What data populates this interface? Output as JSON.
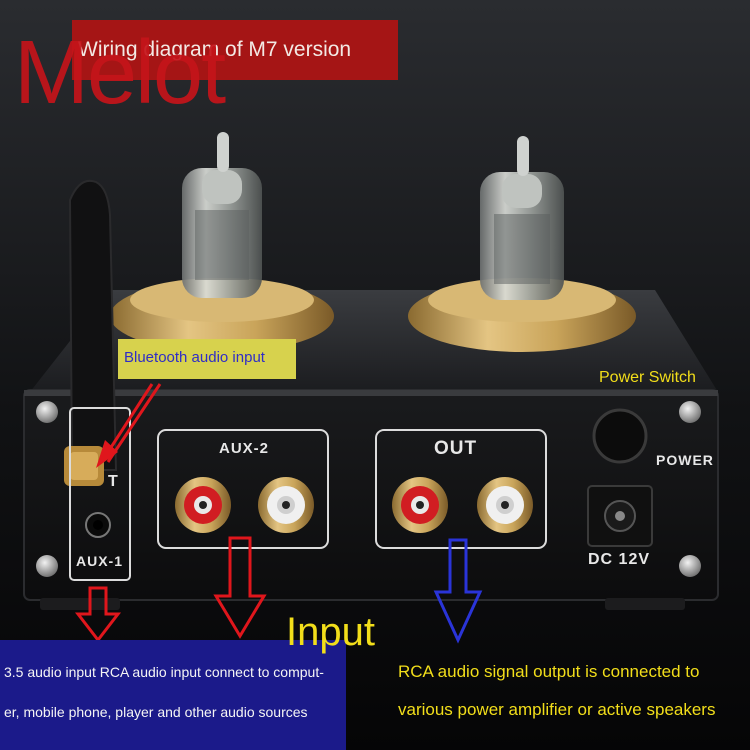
{
  "brand": {
    "text": "Melot"
  },
  "title": {
    "text": "Wiring diagram of M7 version"
  },
  "callouts": {
    "bluetooth": "Bluetooth audio input",
    "power_switch": "Power Switch",
    "input": "Input",
    "input_desc_line1": "3.5 audio input RCA audio input connect to comput-",
    "input_desc_line2": "er, mobile phone, player and other audio sources",
    "output_desc_line1": "RCA audio signal output is connected to",
    "output_desc_line2": "various power amplifier or active speakers"
  },
  "panel": {
    "aux1": "AUX-1",
    "aux2": "AUX-2",
    "out": "OUT",
    "power": "POWER",
    "dc": "DC 12V",
    "ant": "T"
  },
  "colors": {
    "brand_red": "#c5141a",
    "title_bg": "#a51515",
    "callout_yellow": "#f2de1a",
    "bt_label_bg": "#d7d24d",
    "arrow_red": "#e0161c",
    "arrow_blue": "#2a34d8",
    "desc_bg": "#1b1a8a",
    "gold": "#c9a45a"
  }
}
